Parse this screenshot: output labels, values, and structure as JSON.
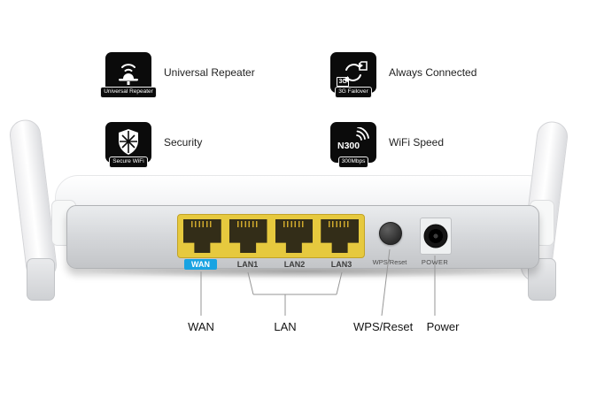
{
  "features": [
    {
      "badge_text": "Universal Repeater",
      "label": "Universal Repeater"
    },
    {
      "badge_text": "3G Failover",
      "label": "Always Connected",
      "icon_text": "3G"
    },
    {
      "badge_text": "Secure WiFi",
      "label": "Security"
    },
    {
      "badge_text": "300Mbps",
      "label": "WiFi Speed",
      "icon_text": "N300"
    }
  ],
  "rear_panel": {
    "port_labels": {
      "wan": "WAN",
      "lan1": "LAN1",
      "lan2": "LAN2",
      "lan3": "LAN3"
    },
    "wps_label": "WPS/Reset",
    "power_label": "POWER",
    "colors": {
      "wan_highlight": "#18a3e2",
      "port_yellow": "#e6c93e",
      "panel_gray": "#d3d5d8"
    }
  },
  "callouts": {
    "wan": "WAN",
    "lan": "LAN",
    "wps": "WPS/Reset",
    "power": "Power"
  }
}
